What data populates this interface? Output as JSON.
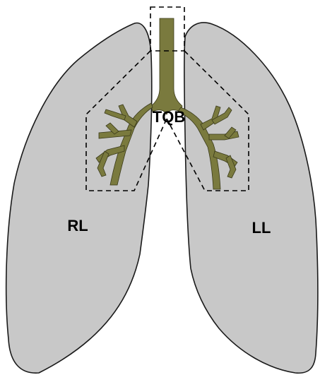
{
  "colors": {
    "lung_fill": "#c8c8c8",
    "lung_stroke": "#1a1a1a",
    "airway_fill": "#7a7a3e",
    "airway_stroke": "#3a3a1a",
    "roi_stroke": "#000000",
    "background": "#ffffff"
  },
  "labels": {
    "right_lung": "RL",
    "left_lung": "LL",
    "trachea_bronchi": "TQB"
  },
  "regions": [
    {
      "name": "right-lung",
      "label_key": "right_lung"
    },
    {
      "name": "left-lung",
      "label_key": "left_lung"
    },
    {
      "name": "trachea-bronchi-tree",
      "label_key": "trachea_bronchi"
    }
  ],
  "roi_outline_style": "dashed"
}
